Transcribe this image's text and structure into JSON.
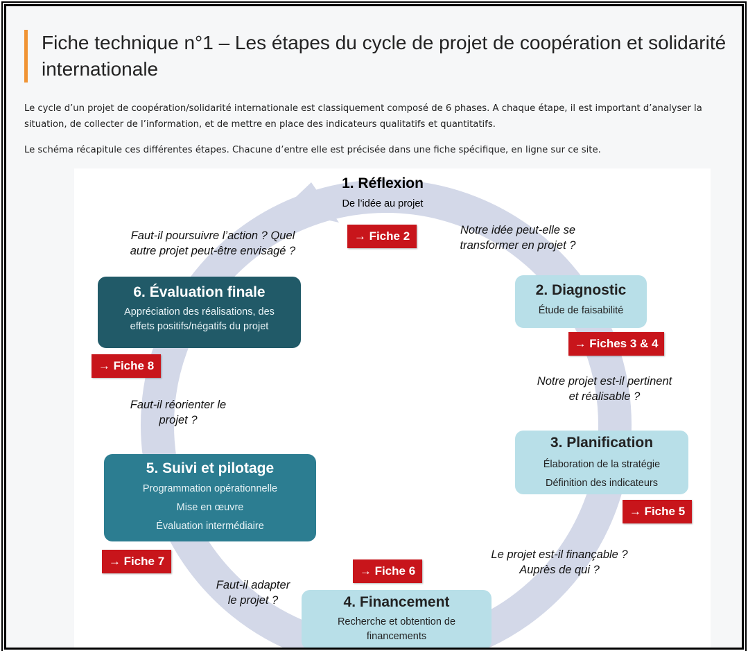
{
  "page": {
    "title": "Fiche technique n°1 – Les étapes du cycle de projet de coopération et solidarité internationale",
    "paragraph1": "Le cycle d’un projet de coopération/solidarité internationale est classiquement composé de 6 phases. A chaque étape, il est important d’analyser la situation, de collecter de l’information, et de mettre en place des indicateurs qualitatifs et quantitatifs.",
    "paragraph2": "Le schéma récapitule ces différentes étapes. Chacune d’entre elle est précisée dans une fiche spécifique, en ligne sur ce site.",
    "accent_color": "#f09434"
  },
  "diagram": {
    "ring_color": "#d3d8e8",
    "steps": {
      "s1": {
        "title": "1. Réflexion",
        "lines": [
          "De l’idée au projet"
        ]
      },
      "s2": {
        "title": "2. Diagnostic",
        "lines": [
          "Étude de faisabilité"
        ]
      },
      "s3": {
        "title": "3. Planification",
        "lines": [
          "Élaboration de la stratégie",
          "Définition des indicateurs"
        ]
      },
      "s4": {
        "title": "4. Financement",
        "lines": [
          "Recherche et obtention de",
          "financements"
        ]
      },
      "s5": {
        "title": "5. Suivi et pilotage",
        "lines": [
          "Programmation opérationnelle",
          "Mise en œuvre",
          "Évaluation intermédiaire"
        ]
      },
      "s6": {
        "title": "6. Évaluation finale",
        "lines": [
          "Appréciation des réalisations, des",
          "effets positifs/négatifs du projet"
        ]
      }
    },
    "fiches": {
      "f2": "→ Fiche 2",
      "f34": "→ Fiches 3 & 4",
      "f5": "→ Fiche 5",
      "f6": "→ Fiche 6",
      "f7": "→ Fiche 7",
      "f8": "→ Fiche 8"
    },
    "questions": {
      "q1": [
        "Faut-il poursuivre l’action ? Quel",
        "autre projet peut-être envisagé ?"
      ],
      "q2": [
        "Notre idée peut-elle se",
        "transformer en projet ?"
      ],
      "q3": [
        "Notre projet est-il pertinent",
        "et réalisable ?"
      ],
      "q4": [
        "Le projet est-il finançable ?",
        "Auprès de qui ?"
      ],
      "q5": [
        "Faut-il adapter",
        "le projet ?"
      ],
      "q6": [
        "Faut-il réorienter le",
        "projet ?"
      ]
    },
    "colors": {
      "light_box": "#b8dfe8",
      "teal_box": "#2c7d91",
      "dark_box": "#215a68",
      "fiche_red": "#c8151b"
    }
  }
}
